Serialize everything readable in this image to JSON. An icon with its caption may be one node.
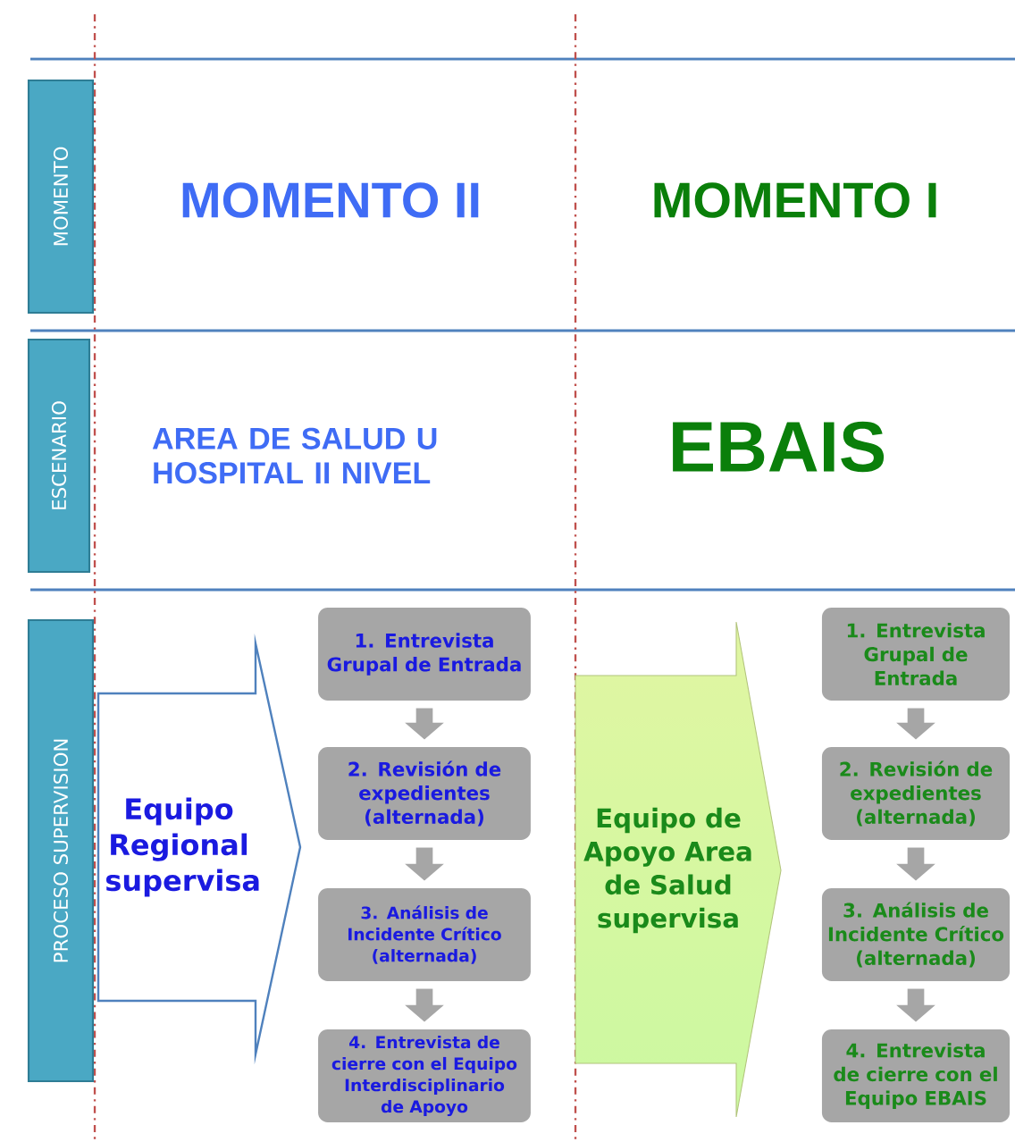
{
  "diagram": {
    "nodes": [
      {
        "text": [
          "MOMENTO"
        ]
      },
      {
        "text": [
          "ESCENARIO"
        ]
      },
      {
        "text": [
          "PROCESO SUPERVISION"
        ]
      },
      {
        "text": [
          "Equipo Regional supervisa"
        ]
      },
      {
        "text": [
          "1. Entrevista Grupal de Entrada"
        ]
      },
      {
        "text": [
          "2. Revisión de expedientes (alternada)"
        ]
      },
      {
        "text": [
          "3. Análisis de Incidente Crítico (alternada)"
        ]
      },
      {
        "text": [
          "4. Entrevista de cierre con el Equipo Interdisciplinario de Apoyo"
        ]
      },
      {
        "text": [
          "Equipo de Apoyo Area de Salud supervisa"
        ]
      },
      {
        "text": [
          "1. Entrevista Grupal de Entrada"
        ]
      },
      {
        "text": [
          "2. Revisión de expedientes (alternada)"
        ]
      },
      {
        "text": [
          "3. Análisis de Incidente Crítico (alternada)"
        ]
      },
      {
        "text": [
          "4. Entrevista de cierre con el Equipo EBAIS"
        ]
      }
    ],
    "edges": [
      {
        "from": 4,
        "to": 5,
        "arrow": "to"
      },
      {
        "from": 5,
        "to": 6,
        "arrow": "to"
      },
      {
        "from": 6,
        "to": 7,
        "arrow": "to"
      },
      {
        "from": 9,
        "to": 10,
        "arrow": "to"
      },
      {
        "from": 10,
        "to": 11,
        "arrow": "to"
      },
      {
        "from": 11,
        "to": 12,
        "arrow": "to"
      }
    ],
    "labels": [
      "MOMENTO II",
      "MOMENTO I",
      "AREA DE SALUD U HOSPITAL II NIVEL",
      "EBAIS"
    ]
  }
}
